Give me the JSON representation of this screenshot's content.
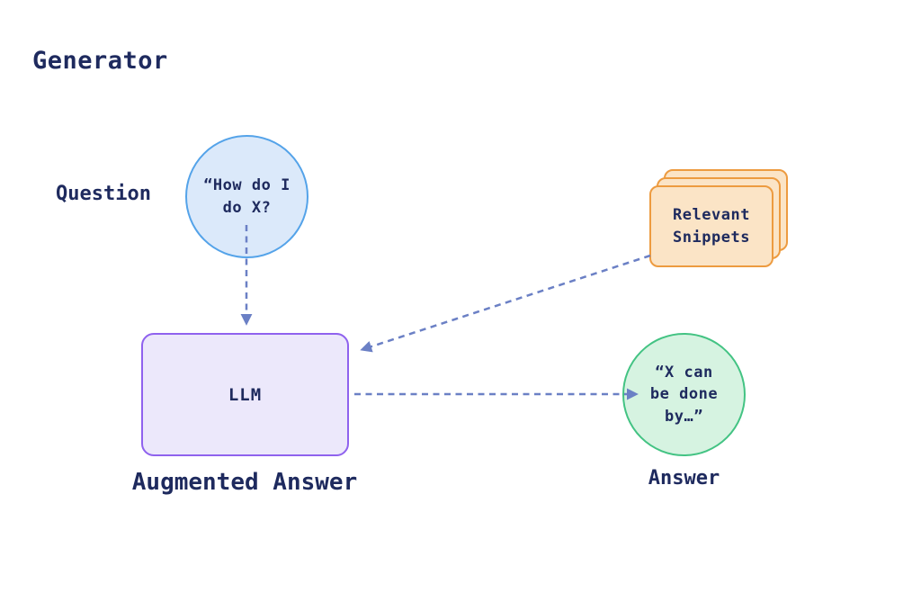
{
  "diagram": {
    "title": "Generator",
    "text_color": "#1e2a5e",
    "background": "#ffffff",
    "nodes": {
      "question": {
        "label": "Question",
        "text": "“How do I\ndo X?",
        "shape": "circle",
        "fill": "#dbe9fa",
        "border": "#54a3e9"
      },
      "llm": {
        "text": "LLM",
        "label": "Augmented Answer",
        "shape": "rounded-rect",
        "fill": "#ece8fb",
        "border": "#8f62ee"
      },
      "snippets": {
        "text": "Relevant\nSnippets",
        "shape": "stacked-cards",
        "stack_count": 3,
        "fill": "#fbe4c6",
        "border": "#ed9b40"
      },
      "answer": {
        "label": "Answer",
        "text": "“X can\nbe done\nby…”",
        "shape": "circle",
        "fill": "#d6f3e1",
        "border": "#43c383"
      }
    },
    "arrows": {
      "color": "#6b80c5",
      "style": "dashed",
      "list": [
        {
          "from": "question",
          "to": "llm"
        },
        {
          "from": "snippets",
          "to": "llm"
        },
        {
          "from": "llm",
          "to": "answer"
        }
      ]
    }
  }
}
